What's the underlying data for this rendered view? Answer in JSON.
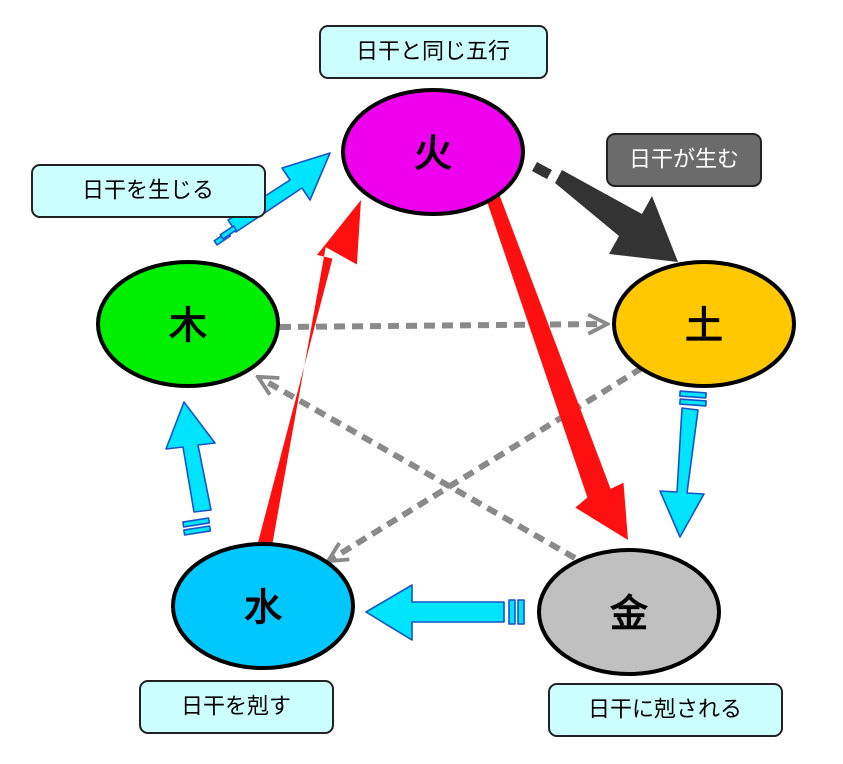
{
  "nodes": {
    "fire": {
      "label": "火",
      "color": "#ee00ee"
    },
    "earth": {
      "label": "土",
      "color": "#ffc800"
    },
    "metal": {
      "label": "金",
      "color": "#c0c0c0"
    },
    "water": {
      "label": "水",
      "color": "#00c8ff"
    },
    "wood": {
      "label": "木",
      "color": "#00ee00"
    }
  },
  "labels": {
    "same": "日干と同じ五行",
    "produced_by_day": "日干が生む",
    "produces_day": "日干を生じる",
    "controls_day": "日干を剋す",
    "controlled_by_day": "日干に剋される"
  },
  "colors": {
    "generate_arrow": "#00e5ff",
    "generate_arrow_border": "#1a53c8",
    "control_arrow": "#ff1010",
    "dotted_arrow": "#8a8a8a",
    "dark_arrow": "#333333",
    "label_fill": "#ccffff",
    "dark_label_fill": "#6b6b6b",
    "dark_label_text": "#ffffff"
  }
}
